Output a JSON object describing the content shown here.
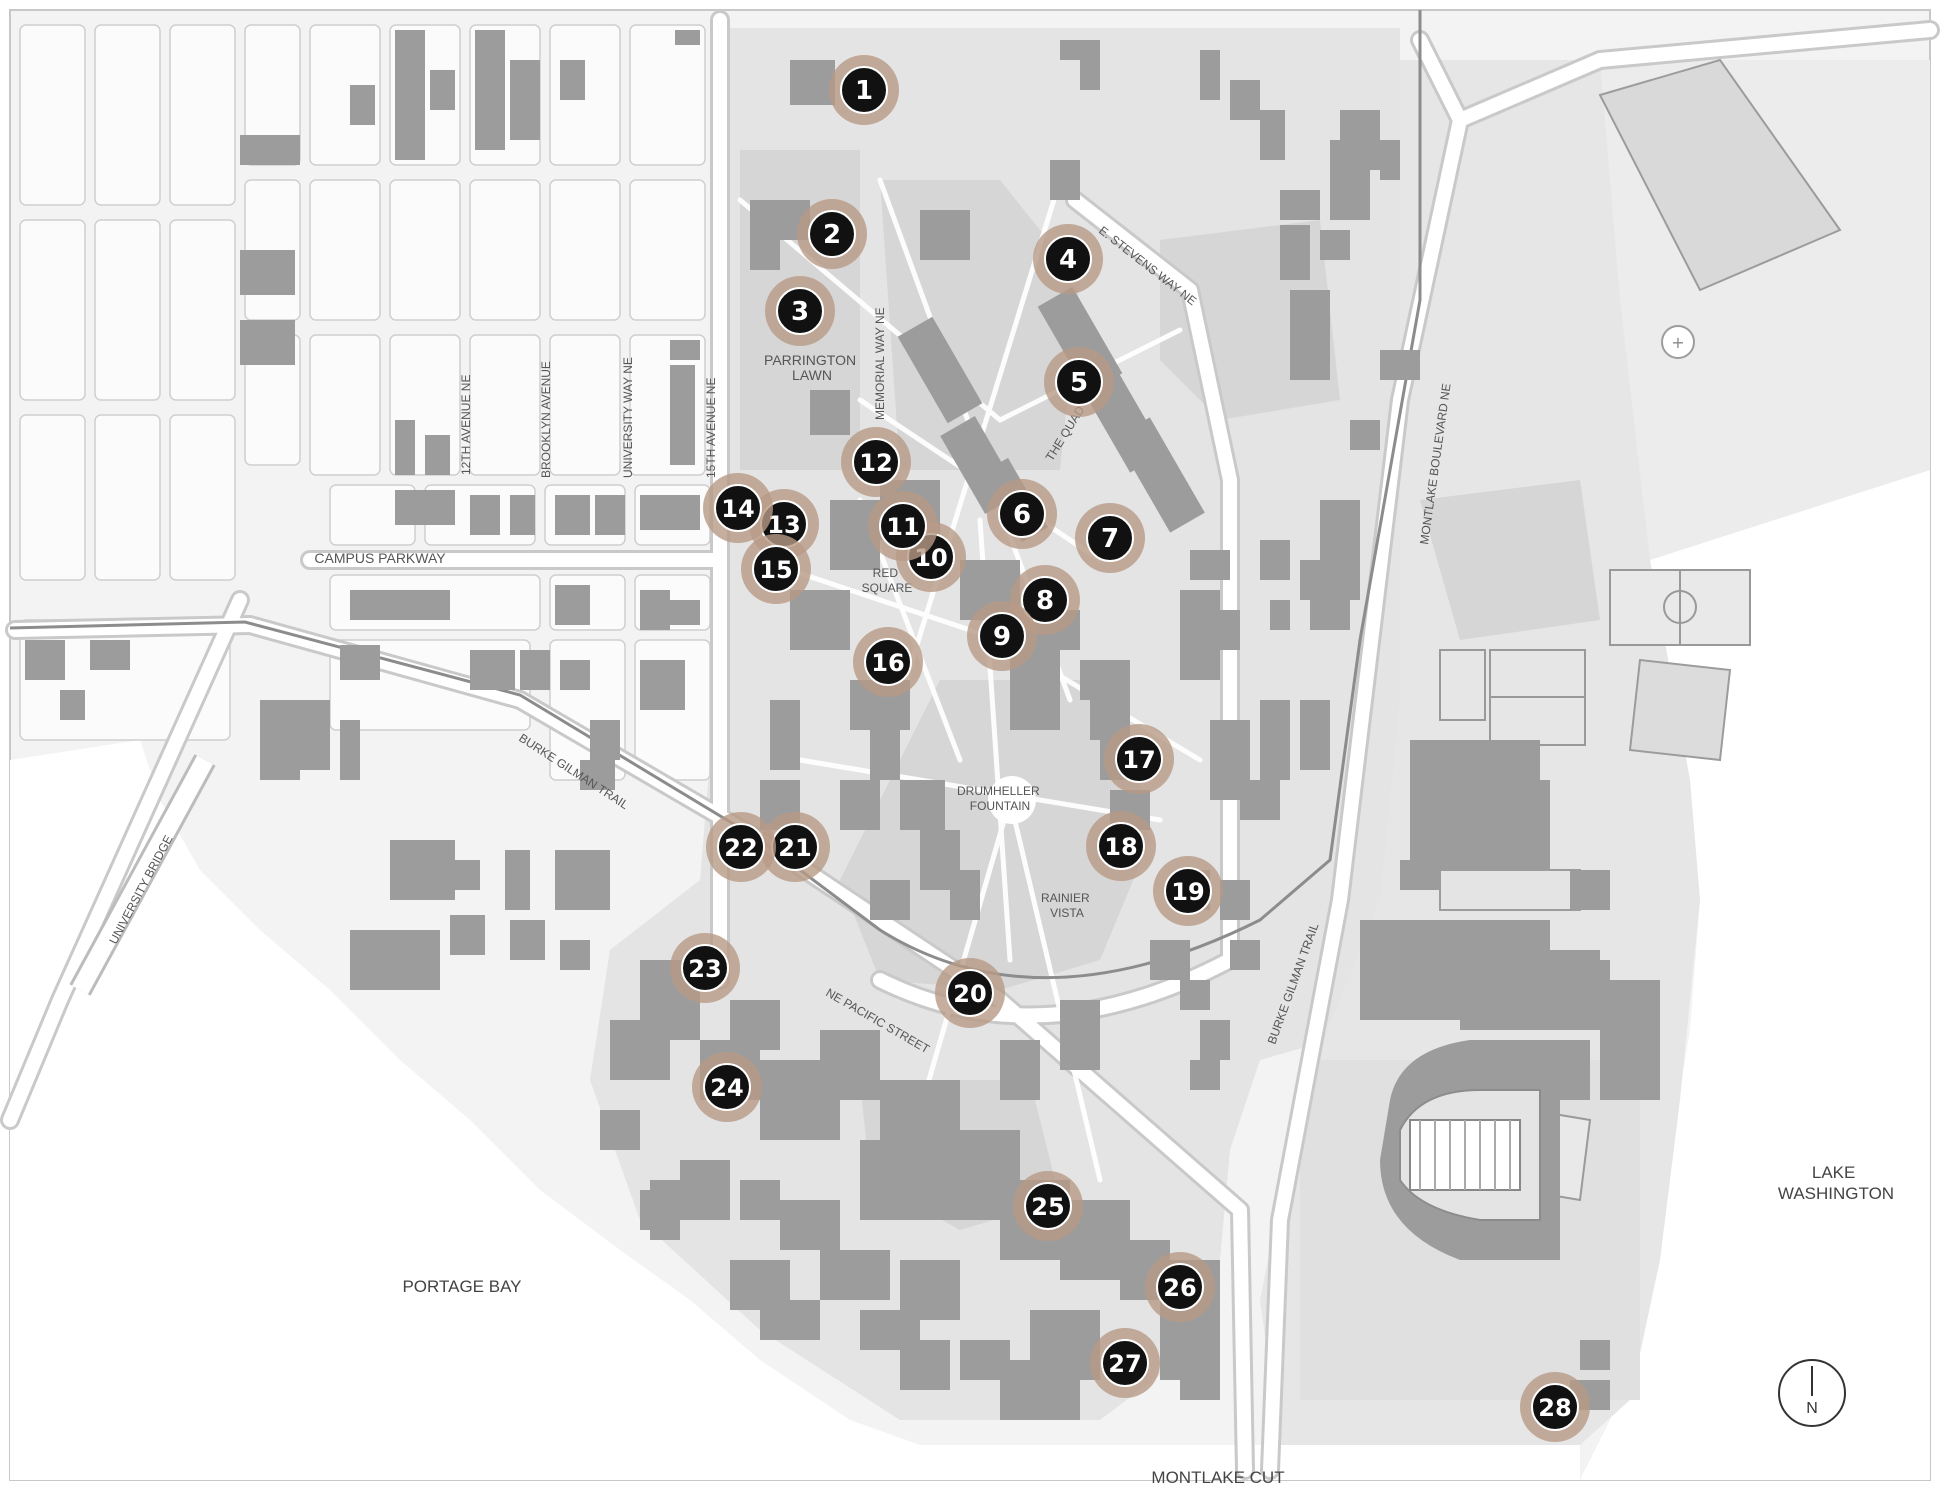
{
  "colors": {
    "page": "#ffffff",
    "land": "#f2f2f2",
    "campus": "#e3e3e3",
    "green": "#d8d8d8",
    "building": "#9a9a9a",
    "road": "#ffffff",
    "roadEdge": "#c8c8c8",
    "rail": "#8f8f8f",
    "markerHalo": "#b89a86",
    "markerFill": "#111111",
    "markerText": "#ffffff"
  },
  "labels": {
    "parrington_lawn": [
      "PARRINGTON",
      "LAWN"
    ],
    "memorial_way": "MEMORIAL WAY NE",
    "stevens_way": "E. STEVENS WAY NE",
    "the_quad": "THE QUAD",
    "twelfth_ave": "12TH AVENUE NE",
    "brooklyn_ave": "BROOKLYN AVENUE",
    "university_way": "UNIVERSITY WAY NE",
    "fifteenth_ave": "15TH AVENUE NE",
    "campus_parkway": "CAMPUS PARKWAY",
    "red_square": [
      "RED",
      "SQUARE"
    ],
    "drumheller": [
      "DRUMHELLER",
      "FOUNTAIN"
    ],
    "rainier_vista": [
      "RAINIER",
      "VISTA"
    ],
    "burke_gilman_west": "BURKE GILMAN TRAIL",
    "burke_gilman_east": "BURKE GILMAN TRAIL",
    "ne_pacific": "NE PACIFIC STREET",
    "university_bridge": "UNIVERSITY BRIDGE",
    "montlake_blvd": "MONTLAKE BOULEVARD NE",
    "portage_bay": "PORTAGE BAY",
    "lake_washington": [
      "LAKE",
      "WASHINGTON"
    ],
    "montlake_cut": "MONTLAKE CUT",
    "north": "N"
  },
  "markers": [
    "1",
    "2",
    "3",
    "4",
    "5",
    "6",
    "7",
    "8",
    "9",
    "10",
    "11",
    "12",
    "13",
    "14",
    "15",
    "16",
    "17",
    "18",
    "19",
    "20",
    "21",
    "22",
    "23",
    "24",
    "25",
    "26",
    "27",
    "28"
  ]
}
